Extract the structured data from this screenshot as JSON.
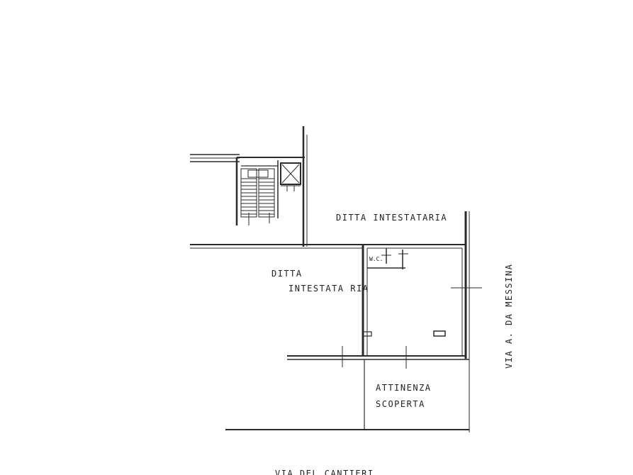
{
  "labels": {
    "north": "DITTA  INTESTATARIA",
    "west_line1": "DITTA",
    "west_line2": "INTESTATA RIA",
    "wc": "W.C.",
    "attinenza_line1": "ATTINENZA",
    "attinenza_line2": "SCOPERTA",
    "street_east": "VIA  A.  DA MESSINA",
    "street_south": "VIA  DEL CANTIERI"
  },
  "colors": {
    "line": "#2a2a2a",
    "text": "#222222",
    "background": "#ffffff"
  }
}
